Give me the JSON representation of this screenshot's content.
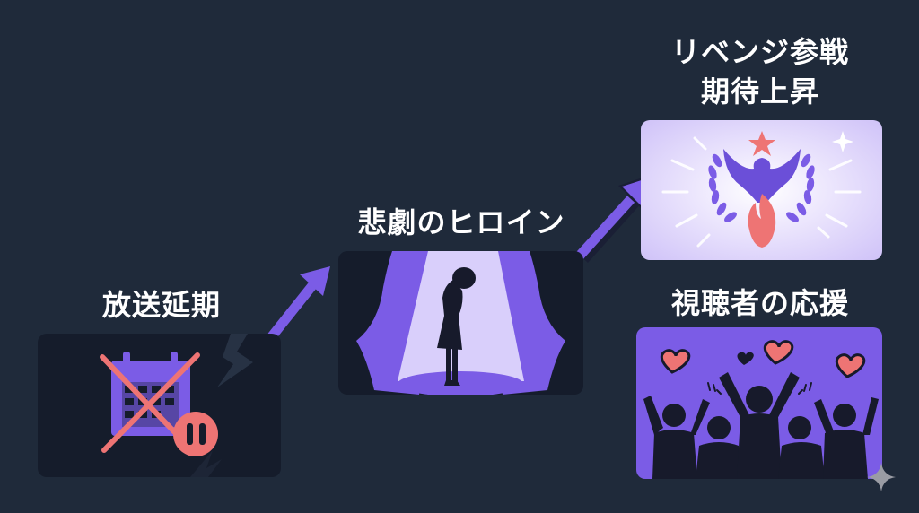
{
  "stages": [
    {
      "id": "delay",
      "title": "放送延期",
      "icon": "calendar-cancel-pause-icon"
    },
    {
      "id": "heroine",
      "title": "悲劇のヒロイン",
      "icon": "spotlight-heroine-icon"
    },
    {
      "id": "revenge",
      "title_line1": "リベンジ参戦",
      "title_line2": "期待上昇",
      "icon": "phoenix-laurel-icon"
    },
    {
      "id": "support",
      "title": "視聴者の応援",
      "icon": "cheering-crowd-hearts-icon"
    }
  ],
  "colors": {
    "background": "#1f2a3a",
    "panel_dark": "#151c2b",
    "purple": "#7b5ce6",
    "lavender": "#d9cffb",
    "coral": "#ee7474",
    "silhouette": "#171a2b"
  }
}
